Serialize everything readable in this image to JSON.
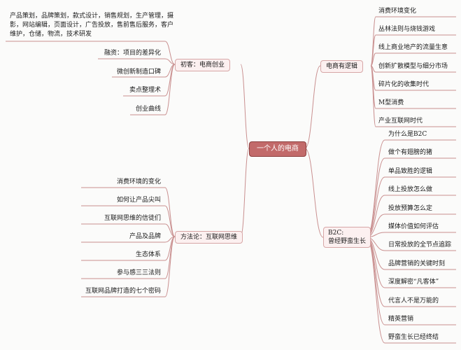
{
  "center": "一个人的电商",
  "branches": {
    "top_left": {
      "label": "初客：电商创业",
      "intro": "产品策划，品牌策划，款式设计，销售规划，生产管理，摄影，网站编辑，页面设计，广告投放，售前售后服务，客户维护，仓储，物流，技术研发",
      "items": [
        "融资：项目的差异化",
        "微创新制造口碑",
        "卖点整理术",
        "创业曲线"
      ]
    },
    "bottom_left": {
      "label": "方法论：互联网思维",
      "items": [
        "消费环境的变化",
        "如何让产品尖叫",
        "互联网思维的信徒们",
        "产品及品牌",
        "生态体系",
        "参与感三三法则",
        "互联网品牌打造的七个密码"
      ]
    },
    "top_right": {
      "label": "电商有逻辑",
      "items": [
        "消费环境变化",
        "丛林法则与烧钱游戏",
        "线上商业地产的流量生意",
        "创新扩散模型与细分市场",
        "碎片化的收集时代",
        "M型消费",
        "产业互联网时代"
      ]
    },
    "bottom_right": {
      "label_line1": "B2C:",
      "label_line2": "曾经野蛮生长",
      "items": [
        "为什么是B2C",
        "做个有翅膀的猪",
        "单品致胜的逻辑",
        "线上投放怎么做",
        "投放预算怎么定",
        "媒体价值如何评估",
        "日常投放的全节点追踪",
        "品牌营销的关键时刻",
        "深度解密“凡客体”",
        "代言人不是万能的",
        "精英营销",
        "野蛮生长已经终结"
      ]
    }
  },
  "colors": {
    "line": "#c98f8f",
    "center_fill": "#c26a6a",
    "branch_fill": "#fcf0f0"
  }
}
